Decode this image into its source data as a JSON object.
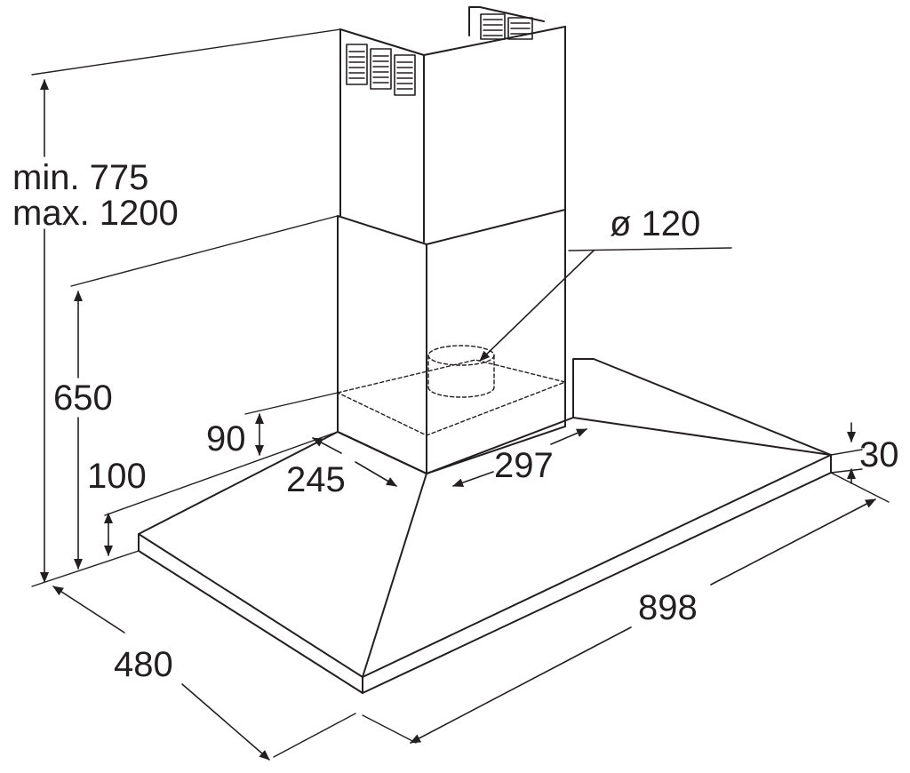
{
  "dimensions": {
    "height_min": "min. 775",
    "height_max": "max. 1200",
    "duct_diameter": "ø 120",
    "hood_depth_top": "650",
    "bracket_height": "90",
    "chimney_depth": "245",
    "chimney_width": "297",
    "hood_to_wall": "100",
    "edge_thickness": "30",
    "hood_width": "898",
    "hood_depth": "480"
  },
  "colors": {
    "line": "#231f20",
    "background": "#ffffff"
  }
}
